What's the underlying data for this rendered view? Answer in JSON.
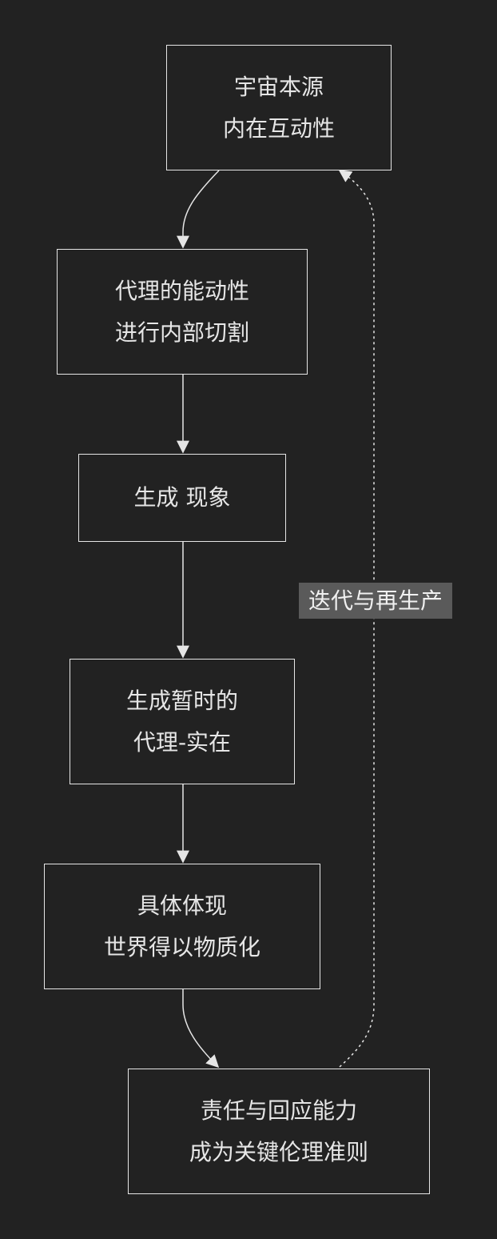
{
  "diagram": {
    "nodes": [
      {
        "id": "n1",
        "lines": [
          "宇宙本源",
          "内在互动性"
        ]
      },
      {
        "id": "n2",
        "lines": [
          "代理的能动性",
          "进行内部切割"
        ]
      },
      {
        "id": "n3",
        "lines": [
          "生成 现象"
        ]
      },
      {
        "id": "n4",
        "lines": [
          "生成暂时的",
          "代理-实在"
        ]
      },
      {
        "id": "n5",
        "lines": [
          "具体体现",
          "世界得以物质化"
        ]
      },
      {
        "id": "n6",
        "lines": [
          "责任与回应能力",
          "成为关键伦理准则"
        ]
      }
    ],
    "edges": [
      {
        "from": "n1",
        "to": "n2",
        "style": "solid"
      },
      {
        "from": "n2",
        "to": "n3",
        "style": "solid"
      },
      {
        "from": "n3",
        "to": "n4",
        "style": "solid"
      },
      {
        "from": "n4",
        "to": "n5",
        "style": "solid"
      },
      {
        "from": "n5",
        "to": "n6",
        "style": "solid"
      },
      {
        "from": "n6",
        "to": "n1",
        "style": "dashed",
        "label": "迭代与再生产"
      }
    ]
  }
}
